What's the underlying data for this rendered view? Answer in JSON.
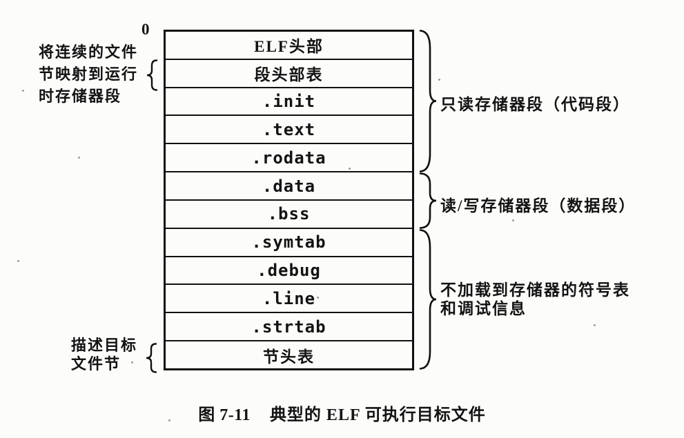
{
  "figure": {
    "zero_label": "0",
    "rows": [
      {
        "label": "ELF头部"
      },
      {
        "label": "段头部表"
      },
      {
        "label": ".init"
      },
      {
        "label": ".text"
      },
      {
        "label": ".rodata"
      },
      {
        "label": ".data"
      },
      {
        "label": ".bss"
      },
      {
        "label": ".symtab"
      },
      {
        "label": ".debug"
      },
      {
        "label": ".line"
      },
      {
        "label": ".strtab"
      },
      {
        "label": "节头表"
      }
    ],
    "left_annotations": [
      {
        "lines": [
          "将连续的文件",
          "节映射到运行",
          "时存储器段"
        ]
      },
      {
        "lines": [
          "描述目标",
          "文件节"
        ]
      }
    ],
    "right_annotations": [
      {
        "lines": [
          "只读存储器段（代码段）"
        ]
      },
      {
        "lines": [
          "读/写存储器段（数据段）"
        ]
      },
      {
        "lines": [
          "不加载到存储器的符号表",
          "和调试信息"
        ]
      }
    ],
    "caption": {
      "number": "图 7-11",
      "title": "典型的 ELF 可执行目标文件"
    }
  },
  "colors": {
    "ink": "#101010",
    "paper": "#fcfcfa"
  }
}
